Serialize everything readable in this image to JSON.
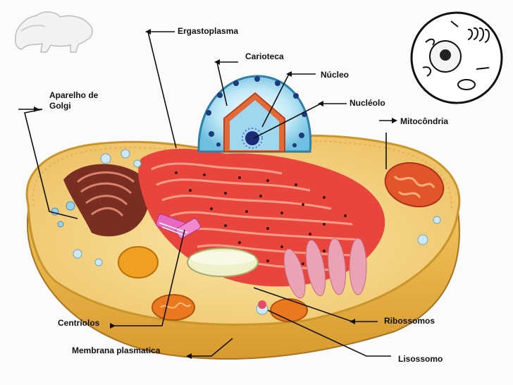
{
  "labels": {
    "ergastoplasma": "Ergastoplasma",
    "carioteca": "Carioteca",
    "nucleo": "Núcleo",
    "aparelho_golgi": "Aparelho de Golgi",
    "nucleolo": "Nucléolo",
    "mitocondria": "Mitocôndria",
    "centriolos": "Centríolos",
    "ribossomos": "Ribossomos",
    "membrana": "Membrana plasmatica",
    "lisossomo": "Lisossomo"
  },
  "colors": {
    "cytoplasm": "#f3d27a",
    "membrane": "#c9962c",
    "nucleus": "#9fd8ee",
    "er": "#e8403a",
    "golgi": "#8b3a2a",
    "mitochondria": "#e2552a",
    "vacuole": "#eef0c8",
    "centriole": "#e86ac0"
  }
}
